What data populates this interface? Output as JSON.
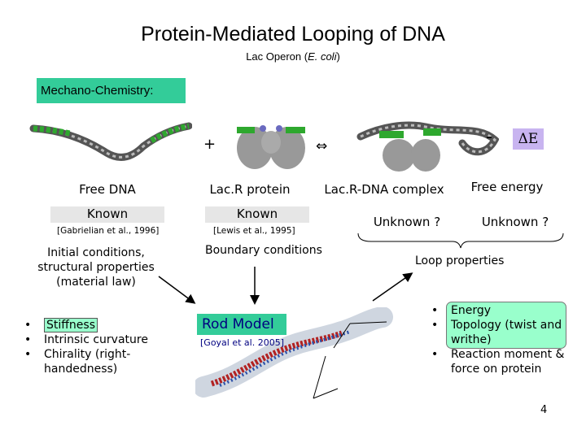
{
  "title": "Protein-Mediated Looping of DNA",
  "subtitle": {
    "prefix": "Lac Operon (",
    "italic": "E. coli",
    "suffix": ")"
  },
  "section_label": "Mechano-Chemistry:",
  "equation": {
    "plus": "+",
    "equiv": "⇔",
    "minus": "-",
    "delta_e": "ΔE"
  },
  "columns": {
    "free_dna": {
      "label": "Free DNA",
      "status": "Known",
      "ref": "[Gabrielian et al., 1996]"
    },
    "lacr": {
      "label": "Lac.R protein",
      "status": "Known",
      "ref": "[Lewis et al., 1995]"
    },
    "complex": {
      "label": "Lac.R-DNA complex",
      "status": "Unknown ?"
    },
    "free_energy": {
      "label": "Free energy",
      "status": "Unknown ?"
    }
  },
  "initial_conditions": "Initial conditions, structural properties (material law)",
  "boundary_conditions": "Boundary conditions",
  "loop_properties": "Loop properties",
  "left_list": [
    "Stiffness",
    "Intrinsic curvature",
    "Chirality (right-handedness)"
  ],
  "right_list": [
    "Energy",
    "Topology (twist and writhe)",
    "Reaction moment & force on protein"
  ],
  "rod_model": {
    "title": "Rod Model",
    "ref": "[Goyal et al. 2005]"
  },
  "page_number": "4",
  "colors": {
    "mech_bg": "#33cc99",
    "highlight": "#99ffcc",
    "known_bg": "#e6e6e6",
    "rod_text": "#000080",
    "protein_green": "#2ea82e"
  }
}
